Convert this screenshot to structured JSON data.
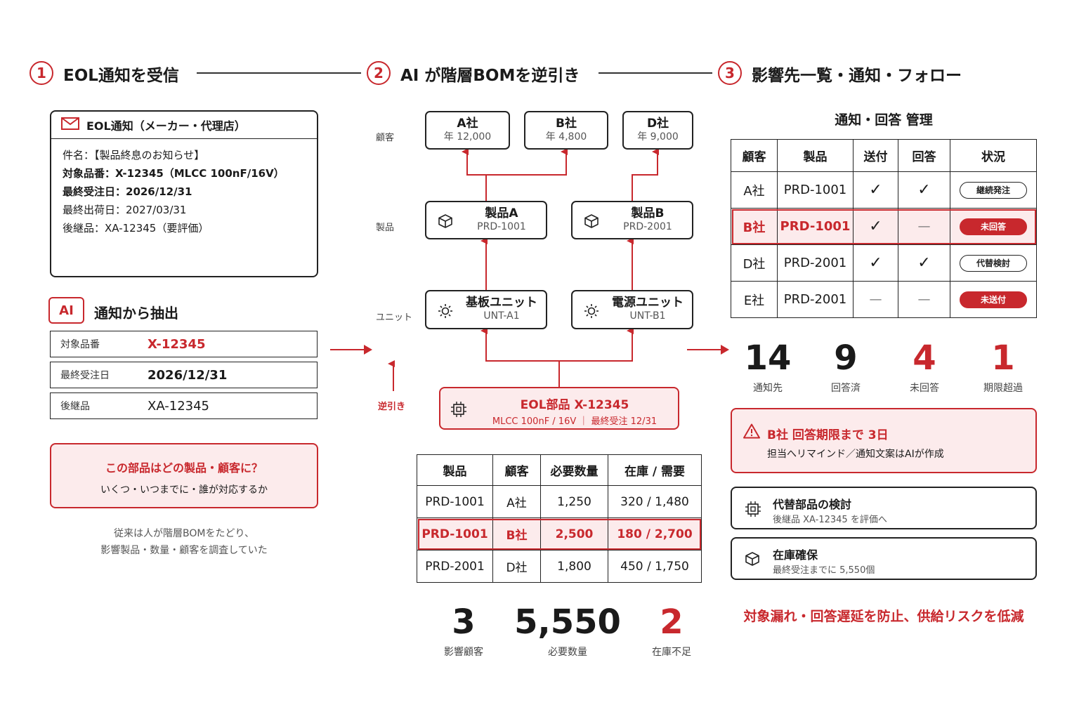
{
  "steps": [
    {
      "num": "1",
      "title": "EOL通知を受信"
    },
    {
      "num": "2",
      "title": "AI が階層BOMを逆引き"
    },
    {
      "num": "3",
      "title": "影響先一覧・通知・フォロー"
    }
  ],
  "mail": {
    "header": "EOL通知（メーカー・代理店）",
    "subject": "件名：【製品終息のお知らせ】",
    "part": "対象品番：X-12345（MLCC 100nF/16V）",
    "last_order": "最終受注日：2026/12/31",
    "last_ship": "最終出荷日：2027/03/31",
    "successor": "後継品：XA-12345（要評価）"
  },
  "extract": {
    "badge": "AI",
    "title": "通知から抽出",
    "fields": [
      {
        "label": "対象品番",
        "value": "X-12345"
      },
      {
        "label": "最終受注日",
        "value": "2026/12/31"
      },
      {
        "label": "後継品",
        "value": "XA-12345"
      }
    ]
  },
  "question": {
    "title": "この部品はどの製品・顧客に？",
    "sub": "いくつ・いつまでに・誰が対応するか"
  },
  "legacy_note": [
    "従来は人が階層BOMをたどり、",
    "影響製品・数量・顧客を調査していた"
  ],
  "tiers": {
    "customer": "顧客",
    "product": "製品",
    "unit": "ユニット"
  },
  "customers": [
    {
      "name": "A社",
      "sub": "年 12,000"
    },
    {
      "name": "B社",
      "sub": "年 4,800"
    },
    {
      "name": "D社",
      "sub": "年 9,000"
    }
  ],
  "products": [
    {
      "name": "製品A",
      "code": "PRD-1001"
    },
    {
      "name": "製品B",
      "code": "PRD-2001"
    }
  ],
  "units": [
    {
      "name": "基板ユニット",
      "code": "UNT-A1"
    },
    {
      "name": "電源ユニット",
      "code": "UNT-B1"
    }
  ],
  "eol_part": {
    "title": "EOL部品 X-12345",
    "sub": "MLCC 100nF / 16V ｜ 最終受注 12/31"
  },
  "reverse_label": "逆引き",
  "impact_table": {
    "headers": [
      "製品",
      "顧客",
      "必要数量",
      "在庫 / 需要"
    ],
    "rows": [
      [
        "PRD-1001",
        "A社",
        "1,250",
        "320 / 1,480"
      ],
      [
        "PRD-1001",
        "B社",
        "2,500",
        "180 / 2,700"
      ],
      [
        "PRD-2001",
        "D社",
        "1,800",
        "450 / 1,750"
      ]
    ]
  },
  "impact_stats": [
    {
      "value": "3",
      "label": "影響顧客"
    },
    {
      "value": "5,550",
      "label": "必要数量"
    },
    {
      "value": "2",
      "label": "在庫不足"
    }
  ],
  "mgmt": {
    "title": "通知・回答 管理",
    "headers": [
      "顧客",
      "製品",
      "送付",
      "回答",
      "状況"
    ],
    "rows": [
      {
        "c": "A社",
        "p": "PRD-1001",
        "sent": "✓",
        "ans": "✓",
        "status": "継続発注"
      },
      {
        "c": "B社",
        "p": "PRD-1001",
        "sent": "✓",
        "ans": "—",
        "status": "未回答"
      },
      {
        "c": "D社",
        "p": "PRD-2001",
        "sent": "✓",
        "ans": "✓",
        "status": "代替検討"
      },
      {
        "c": "E社",
        "p": "PRD-2001",
        "sent": "—",
        "ans": "—",
        "status": "未送付"
      }
    ]
  },
  "mgmt_stats": [
    {
      "value": "14",
      "label": "通知先"
    },
    {
      "value": "9",
      "label": "回答済"
    },
    {
      "value": "4",
      "label": "未回答"
    },
    {
      "value": "1",
      "label": "期限超過"
    }
  ],
  "alert": {
    "title": "B社 回答期限まで 3日",
    "sub": "担当へリマインド／通知文案はAIが作成"
  },
  "actions": [
    {
      "title": "代替部品の検討",
      "sub": "後継品 XA-12345 を評価へ"
    },
    {
      "title": "在庫確保",
      "sub": "最終受注までに 5,550個"
    }
  ],
  "conclusion": "対象漏れ・回答遅延を防止、供給リスクを低減",
  "colors": {
    "accent": "#c8282d",
    "highlight_bg": "#fcebec",
    "line": "#222222"
  }
}
